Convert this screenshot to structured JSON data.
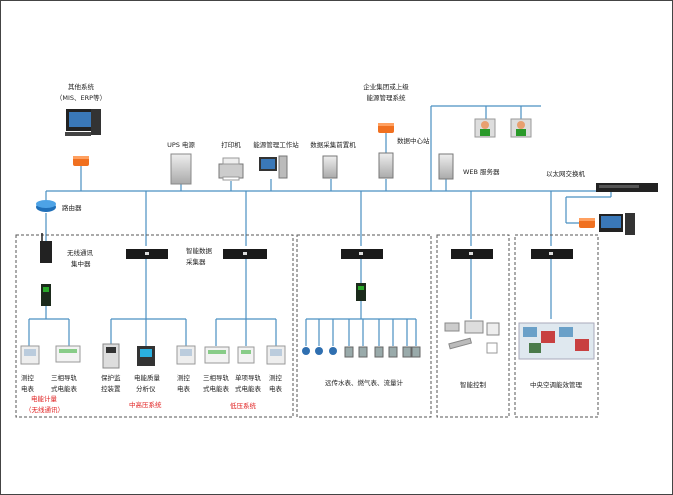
{
  "top": {
    "other_system": "其他系统",
    "other_system_sub": "（MIS、ERP等）",
    "group_system_line1": "企业集团或上级",
    "group_system_line2": "能源管理系统",
    "ups": "UPS 电源",
    "printer": "打印机",
    "workstation": "能源管理工作站",
    "data_collect": "数据采集前置机",
    "data_center": "数据中心站",
    "web_server": "WEB 服务器",
    "ethernet_switch": "以太网交换机",
    "router": "路由器"
  },
  "left_group": {
    "wireless_line1": "无线通讯",
    "wireless_line2": "集中器",
    "smart_line1": "智能数据",
    "smart_line2": "采集器",
    "m1_line1": "测控",
    "m1_line2": "电表",
    "m2_line1": "三相导轨",
    "m2_line2": "式电能表",
    "m3_line1": "保护监",
    "m3_line2": "控装置",
    "m4_line1": "电能质量",
    "m4_line2": "分析仪",
    "m5_line1": "测控",
    "m5_line2": "电表",
    "m6_line1": "三相导轨",
    "m6_line2": "式电能表",
    "m7_line1": "单项导轨",
    "m7_line2": "式电能表",
    "m8_line1": "测控",
    "m8_line2": "电表",
    "red_energy": "电能计量",
    "red_wireless": "（无线通讯）",
    "red_mv": "中高压系统",
    "red_lv": "低压系统"
  },
  "mid_group": {
    "label": "远传水表、燃气表、流量计"
  },
  "light_group": {
    "label": "智能控制"
  },
  "hvac_group": {
    "label": "中央空调能效管理"
  },
  "colors": {
    "bus": "#4a90c2",
    "firewall": "#f07020",
    "red_text": "#e02020"
  }
}
